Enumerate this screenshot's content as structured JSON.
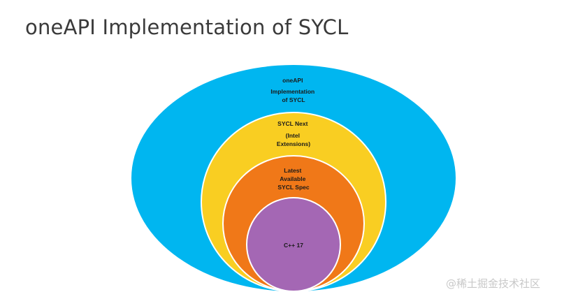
{
  "title": "oneAPI Implementation of SYCL",
  "colors": {
    "outer": "#00b6f0",
    "sycl_next": "#f9ce22",
    "latest_spec": "#f07818",
    "cpp17": "#a467b4",
    "ring_stroke": "#ffffff",
    "label_text": "#1a1a1a"
  },
  "layers": [
    {
      "id": "oneapi",
      "lines": [
        "oneAPI",
        "Implementation",
        "of SYCL"
      ]
    },
    {
      "id": "sycl-next",
      "lines": [
        "SYCL Next",
        "(Intel",
        "Extensions)"
      ]
    },
    {
      "id": "latest-spec",
      "lines": [
        "Latest",
        "Available",
        "SYCL Spec"
      ]
    },
    {
      "id": "cpp17",
      "lines": [
        "C++ 17"
      ]
    }
  ],
  "watermark": "@稀土掘金技术社区"
}
